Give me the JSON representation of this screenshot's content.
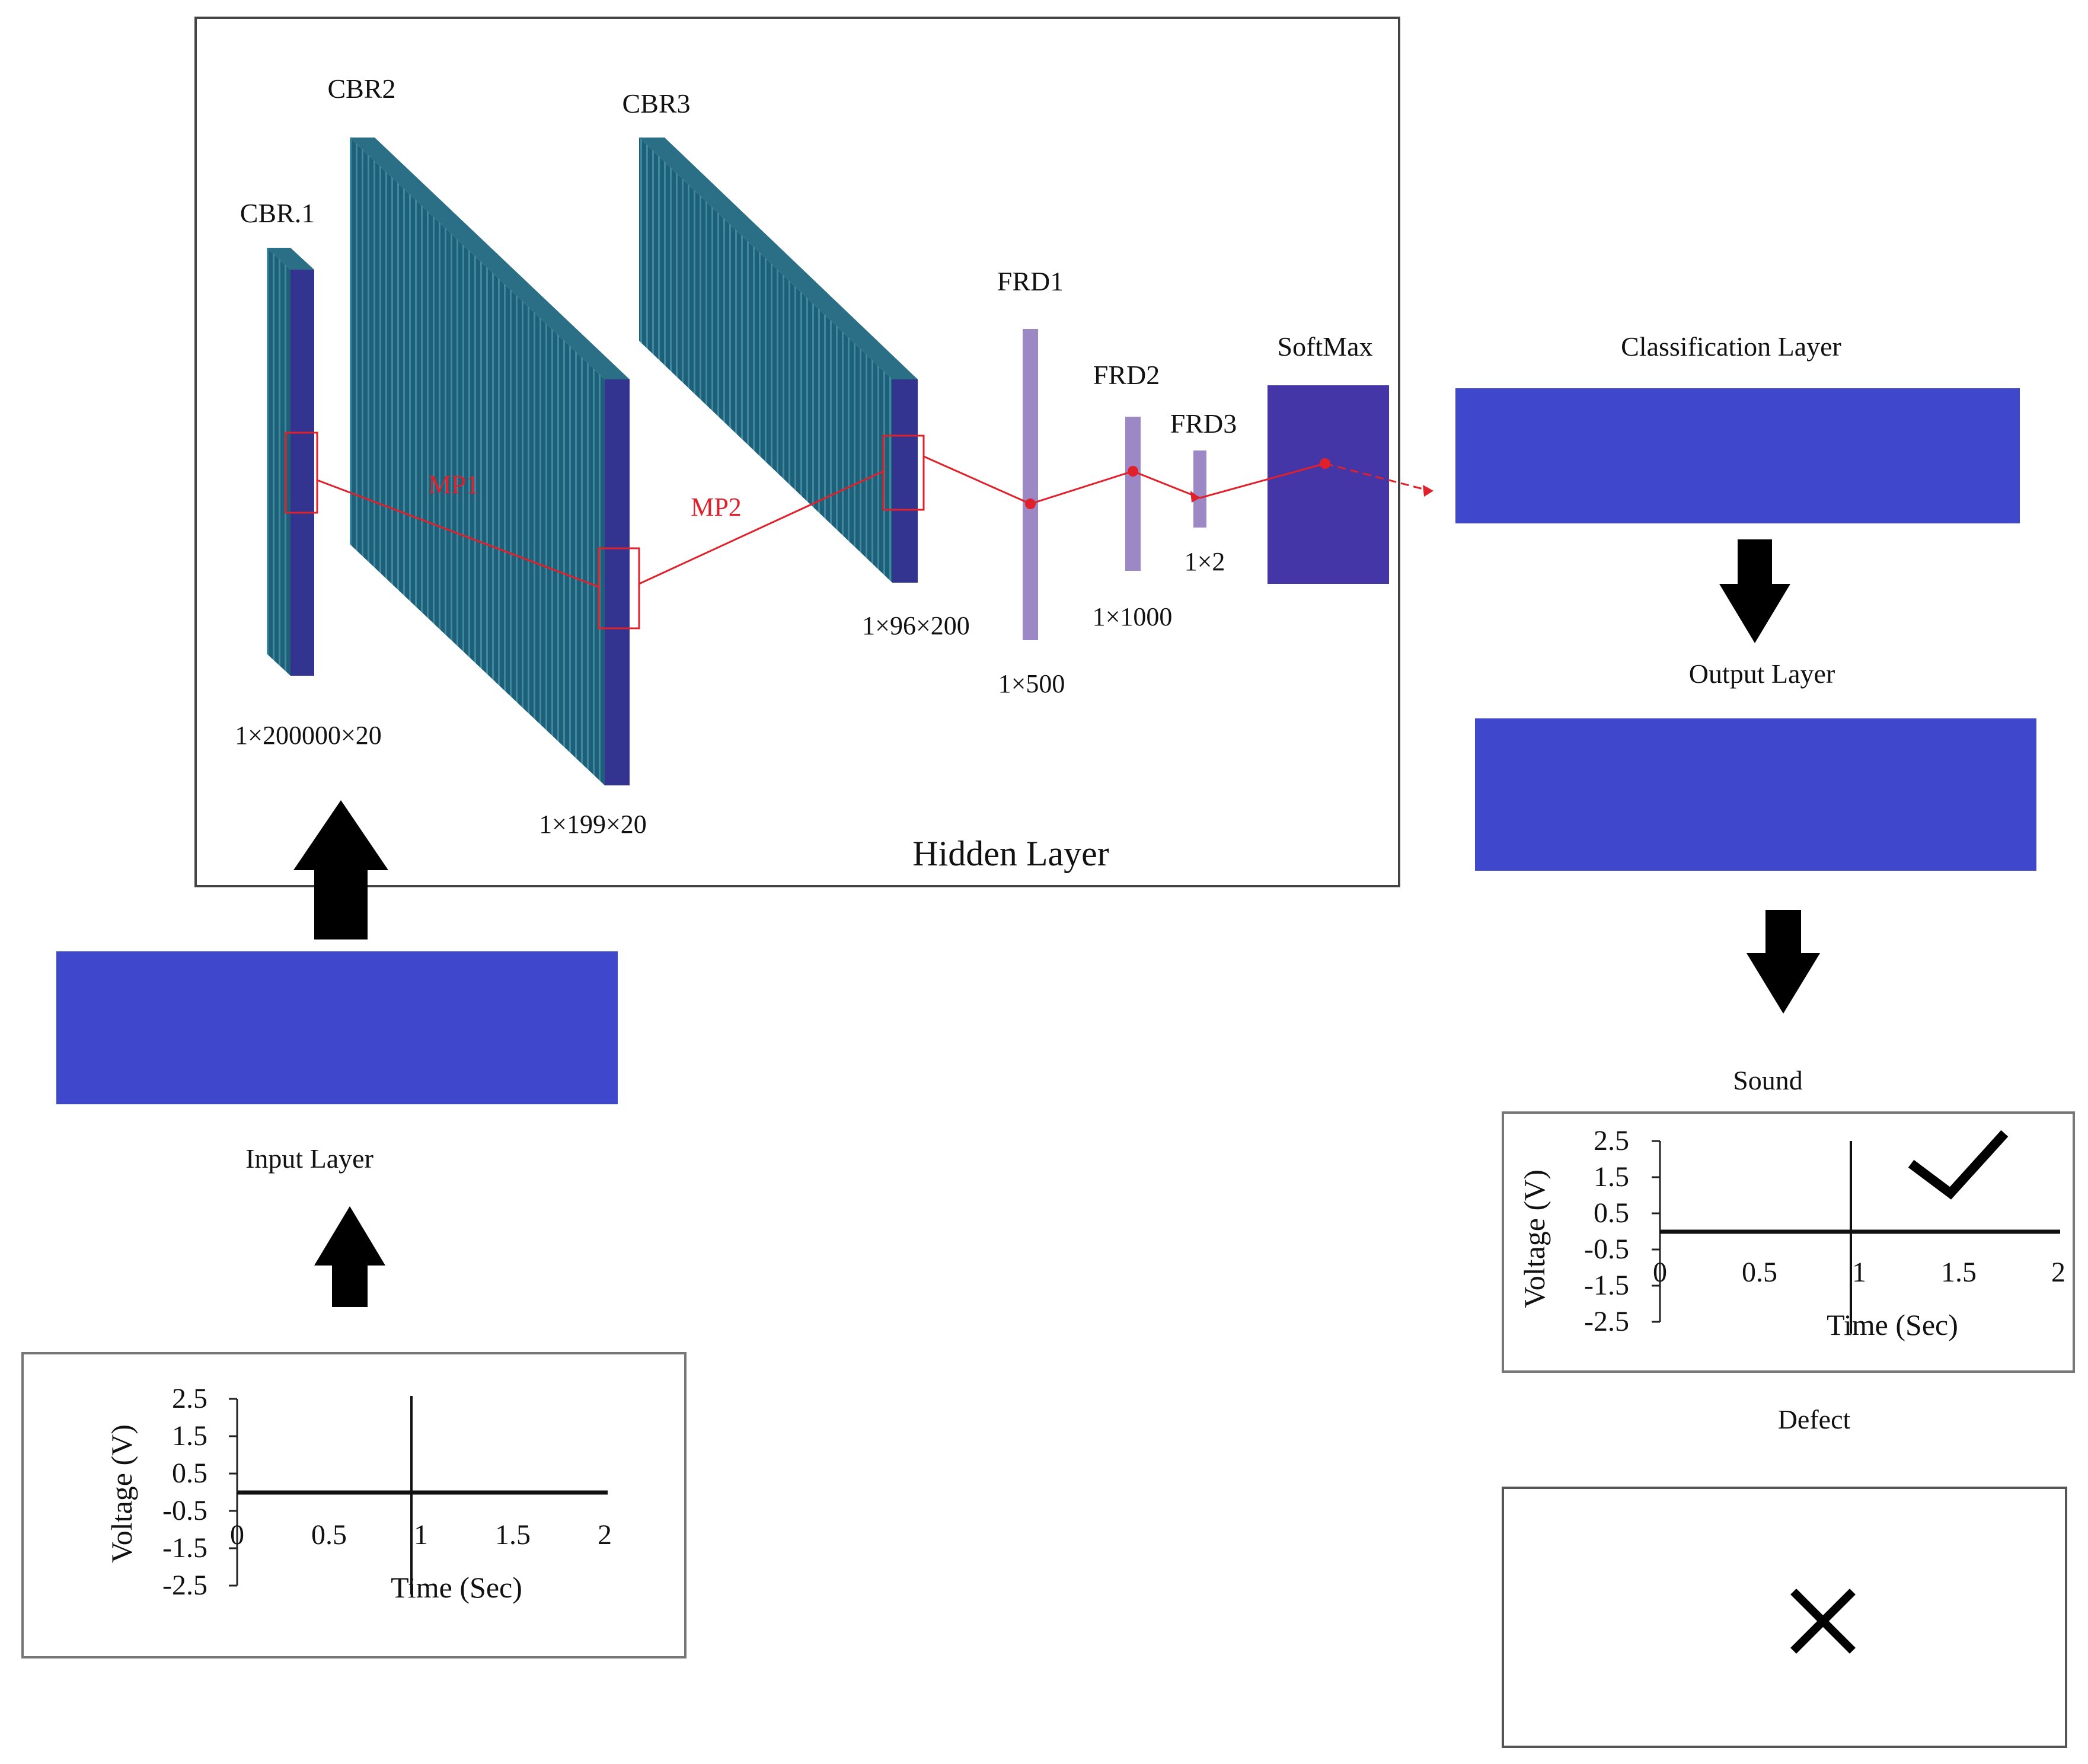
{
  "labels": {
    "hidden_layer": "Hidden Layer",
    "input_layer": "Input Layer",
    "classification_layer": "Classification Layer",
    "output_layer": "Output Layer",
    "sound": "Sound",
    "defect": "Defect",
    "softmax": "SoftMax",
    "mp1": "MP1",
    "mp2": "MP2"
  },
  "layers": {
    "cbr1": {
      "name": "CBR.1",
      "dims": "1×200000×20"
    },
    "cbr2": {
      "name": "CBR2",
      "dims": "1×199×20"
    },
    "cbr3": {
      "name": "CBR3",
      "dims": "1×96×200"
    },
    "frd1": {
      "name": "FRD1",
      "dims": "1×500"
    },
    "frd2": {
      "name": "FRD2",
      "dims": "1×1000"
    },
    "frd3": {
      "name": "FRD3",
      "dims": "1×2"
    }
  },
  "plot": {
    "ylabel": "Voltage (V)",
    "xlabel": "Time (Sec)",
    "yticks": [
      "2.5",
      "1.5",
      "0.5",
      "-0.5",
      "-1.5",
      "-2.5"
    ],
    "xticks": [
      "0",
      "0.5",
      "1",
      "1.5",
      "2"
    ]
  },
  "colors": {
    "block_blue": "#3f48cc",
    "conv_teal": "#1f5f78",
    "conv_face": "#33348f",
    "fc_purple": "#9b88c4",
    "softmax": "#4536a8",
    "connector_red": "#e0202a"
  },
  "icons": {
    "sound_mark": "check-icon",
    "defect_mark": "cross-icon",
    "flow_arrows": "arrow-icon"
  }
}
